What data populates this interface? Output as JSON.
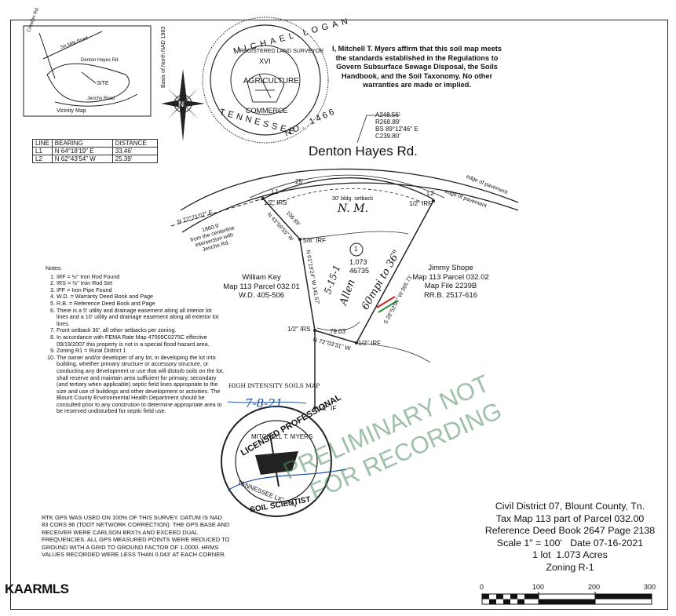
{
  "vicinity": {
    "roads": [
      "Crowder Rd.",
      "Six Mile Road",
      "Denton Hayes Rd.",
      "Jericho Road"
    ],
    "site": "SITE",
    "caption": "Vicinity Map"
  },
  "north": {
    "label": "Basis of North NAD 1983"
  },
  "seal_surveyor": {
    "name": "MICHAEL LOGAN",
    "title": "REGISTERED LAND SURVEYOR",
    "state": "TENNESSEE",
    "no": "NO. 1466",
    "agri": "AGRICULTURE",
    "comm": "COMMERCE",
    "roman": "XVI"
  },
  "affirmation": "I, Mitchell T. Myers affirm that this soil map meets the standards established in the Regulations to Govern Subsurface Sewage Disposal, the Soils Handbook, and the Soil Taxonomy. No other warranties are made or implied.",
  "line_table": {
    "headers": [
      "LINE",
      "BEARING",
      "DISTANCE"
    ],
    "rows": [
      [
        "L1",
        "N 64°18'19\" E",
        "33.46'"
      ],
      [
        "L2",
        "N 62°43'54\" W",
        "25.39'"
      ]
    ]
  },
  "curve": {
    "arc": "A248.56'",
    "radius": "R268.89'",
    "bearing": "BS 89°12'46\" E",
    "chord": "C239.80'"
  },
  "road_name": "Denton Hayes Rd.",
  "labels": {
    "edge1": "edge of pavement",
    "edge2": "edge of pavement",
    "l1": "L1",
    "l2": "L2",
    "setback25": "25'",
    "setback30": "30' bldg. setback",
    "nm": "N. M.",
    "irs_top_left": "1/2\" IRS",
    "irf_top_right": "1/2\" IRF",
    "irf_58": "5/8\" IRF",
    "irs_mid": "1/2\" IRS",
    "irf_bottom": "1/2\" IRF",
    "if_bottom": "1/2\" IF",
    "bearing_n72": "N 72°21'07\" E",
    "tie_dist": "1860.9'",
    "tie_desc1": "from the centerline",
    "tie_desc2": "intersection with",
    "tie_desc3": "Jericho Rd.",
    "bearing_n43": "N 43°59'55\" W",
    "dist_106": "106.89'",
    "bearing_n01": "N 01°19'24\" W 141.57'",
    "bearing_s28": "S 28°52'04\" W 265.71'",
    "dist_79": "79.03'",
    "bearing_n72b": "N 72°03'31\" W",
    "lot_no": "1",
    "acres": "1.073",
    "sqft": "46735",
    "hand1": "5-15-1",
    "hand2": "Allen",
    "hand3": "60mpi to 36\"",
    "hism": "HIGH INTENSITY SOILS MAP",
    "date_hand": "7-8-21"
  },
  "owners": {
    "west": [
      "William Key",
      "Map 113 Parcel 032.01",
      "W.D. 405-506"
    ],
    "east": [
      "Jimmy Shope",
      "Map 113 Parcel 032.02",
      "Map File 2239B",
      "RR.B. 2517-616"
    ]
  },
  "notes": {
    "title": "Notes:",
    "items": [
      "IRF = ½\" Iron Rod Found",
      "IRS = ½\" Iron Rod Set",
      "IPF = Iron Pipe Found",
      "W.D. = Warranty Deed Book and Page",
      "R.B. = Reference Deed Book and Page",
      "There is a 5' utility and drainage easement along all interior lot lines and a 10' utility and drainage easement along all exterior lot lines.",
      "Front setback 30', all other setbacks per zoning.",
      "In accordance with FEMA Rate Map 47009C0275C effective 09/19/2007 this property is not in a special flood hazard area.",
      "Zoning R1 = Rural District 1",
      "The owner and/or developer of any lot, in developing the lot into building, whether primary structure or accessory structure, or conducting any development or use that will disturb soils on the lot, shall reserve and maintain area sufficient for primary, secondary (and tertiary when applicable) septic field lines appropriate to the size and use of buildings and other development or activities. The Blount County Environmental Health Department should be consulted prior to any constrution to determine appropriate area to be reserved undisturbed for septic field use."
    ]
  },
  "seal_soil": {
    "top": "LICENSED PROFESSIONAL",
    "name": "MITCHELL T. MYERS",
    "lic": "TENNESSEE LIC.# 24",
    "bottom": "SOIL SCIENTIST"
  },
  "stamp": [
    "PRELIMINARY NOT",
    "FOR RECORDING"
  ],
  "gps_note": "RTK GPS WAS USED ON 100% OF THIS SURVEY. DATUM IS NAD 83 CORS 96 (TDOT NETWORK CORRECTION). THE GPS BASE AND RECEIVER WERE CARLSON BRX7s AND EXCEED DUAL FREQUENCIES. ALL GPS MEASURED POINTS WERE REDUCED TO GROUND WITH A GRID TO GROUND FACTOR OF 1.0000. HRMS VALUES RECORDED WERE LESS THAN 0.043' AT EACH CORNER.",
  "title_block": [
    "Civil District 07, Blount County, Tn.",
    "Tax Map 113 part of Parcel 032.00",
    "Reference Deed Book 2647 Page 2138",
    "Scale 1\" = 100'   Date 07-16-2021",
    "1 lot  1.073 Acres",
    "Zoning R-1"
  ],
  "scale_bar": {
    "ticks": [
      "0",
      "100",
      "200",
      "300"
    ]
  },
  "logo": "KAARMLS",
  "colors": {
    "ink": "#111111",
    "stamp": "#508c64",
    "blue_ink": "#2050a0",
    "red": "#cc2222",
    "green": "#2a8a3a"
  }
}
